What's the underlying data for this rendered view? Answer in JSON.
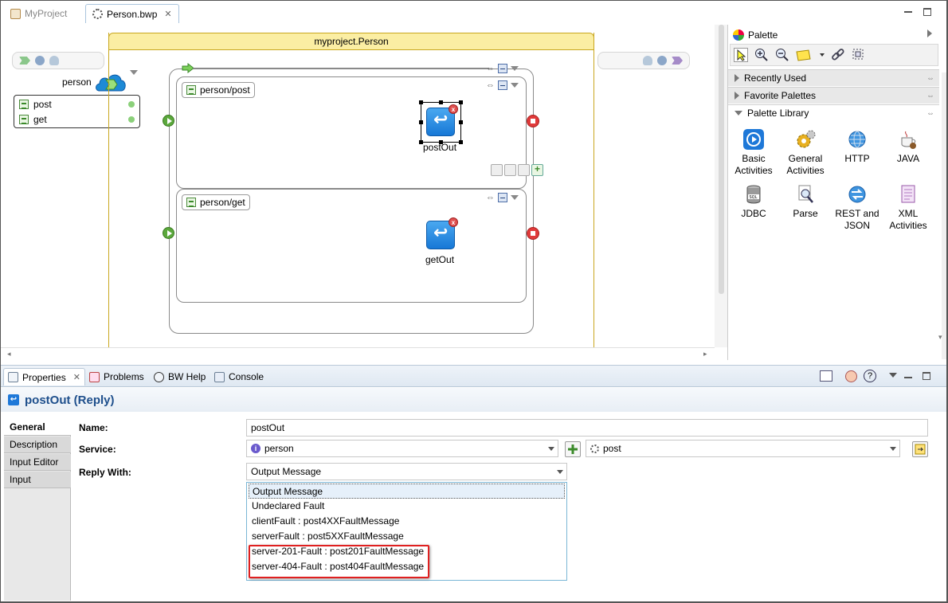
{
  "tabs": [
    {
      "label": "MyProject"
    },
    {
      "label": "Person.bwp"
    }
  ],
  "canvas": {
    "process_title": "myproject.Person",
    "service_label": "person",
    "operations": [
      {
        "label": "post"
      },
      {
        "label": "get"
      }
    ],
    "scopes": [
      {
        "label": "person/post",
        "activity": "postOut"
      },
      {
        "label": "person/get",
        "activity": "getOut"
      }
    ]
  },
  "palette": {
    "title": "Palette",
    "sections": {
      "recent": "Recently Used",
      "favorites": "Favorite Palettes",
      "library": "Palette Library"
    },
    "items": [
      {
        "label": "Basic Activities",
        "icon": "basic-activities-icon"
      },
      {
        "label": "General Activities",
        "icon": "gear-icon"
      },
      {
        "label": "HTTP",
        "icon": "globe-icon"
      },
      {
        "label": "JAVA",
        "icon": "java-cup-icon"
      },
      {
        "label": "JDBC",
        "icon": "database-icon"
      },
      {
        "label": "Parse",
        "icon": "magnifier-icon"
      },
      {
        "label": "REST and JSON",
        "icon": "rest-icon"
      },
      {
        "label": "XML Activities",
        "icon": "xml-icon"
      }
    ]
  },
  "bottom_tabs": [
    {
      "label": "Properties"
    },
    {
      "label": "Problems"
    },
    {
      "label": "BW Help"
    },
    {
      "label": "Console"
    }
  ],
  "properties": {
    "title": "postOut (Reply)",
    "side_tabs": [
      "General",
      "Description",
      "Input Editor",
      "Input"
    ],
    "name_label": "Name:",
    "name_value": "postOut",
    "service_label": "Service:",
    "service_value": "person",
    "operation_value": "post",
    "reply_label": "Reply With:",
    "reply_value": "Output Message",
    "reply_options": [
      "Output Message",
      "Undeclared Fault",
      "clientFault : post4XXFaultMessage",
      "serverFault : post5XXFaultMessage",
      "server-201-Fault : post201FaultMessage",
      "server-404-Fault : post404FaultMessage"
    ]
  },
  "colors": {
    "process_header": "#fbeea3",
    "accent_blue": "#1e78d8",
    "highlight_red": "#e02020"
  }
}
